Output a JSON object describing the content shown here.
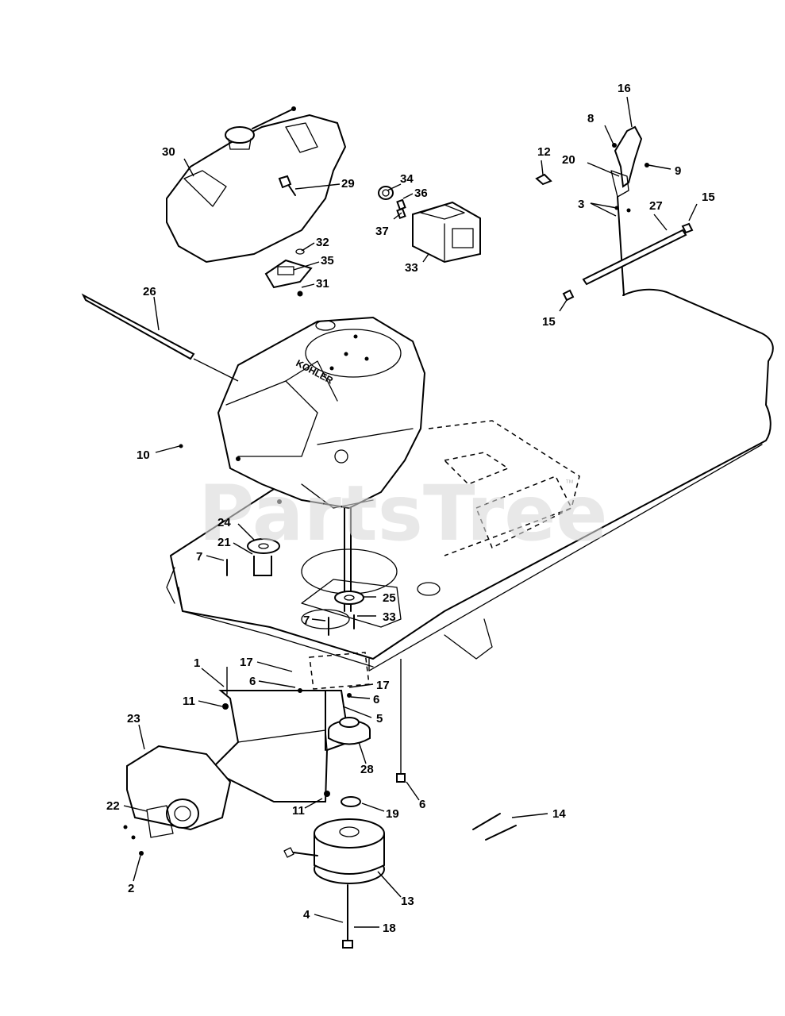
{
  "watermark": "PartsTree",
  "watermark_tm": "™",
  "engine_brand": "KOHLER",
  "callouts": [
    "1",
    "2",
    "3",
    "4",
    "5",
    "6",
    "6",
    "6",
    "7",
    "7",
    "8",
    "9",
    "10",
    "11",
    "11",
    "12",
    "13",
    "14",
    "15",
    "15",
    "16",
    "17",
    "17",
    "18",
    "19",
    "20",
    "21",
    "22",
    "23",
    "24",
    "25",
    "26",
    "27",
    "28",
    "29",
    "30",
    "31",
    "32",
    "33",
    "33",
    "34",
    "35",
    "36",
    "37"
  ]
}
